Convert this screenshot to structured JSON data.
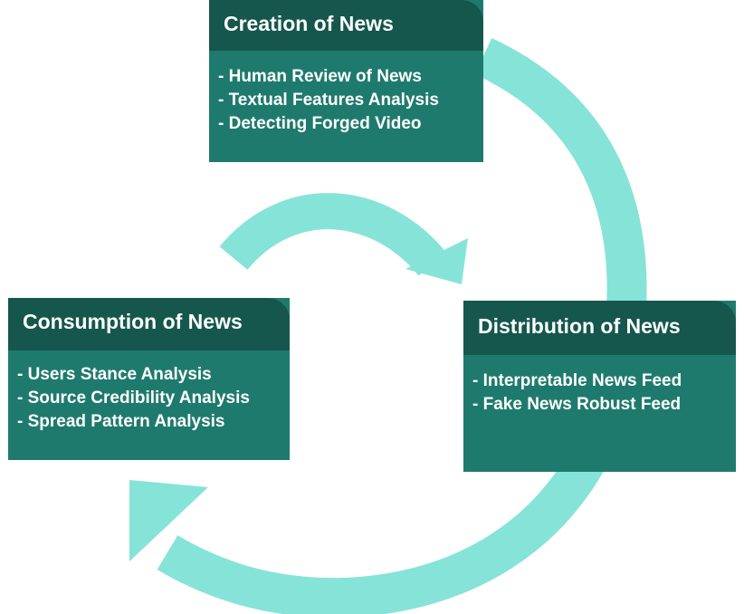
{
  "colors": {
    "arrow": "#86e3d8",
    "card_body": "#1f7a6e",
    "card_header": "#15574d",
    "text": "#ffffff"
  },
  "stages": [
    {
      "title": "Creation of News",
      "items": [
        "- Human Review of News",
        "- Textual Features Analysis",
        "- Detecting Forged Video"
      ]
    },
    {
      "title": "Distribution of News",
      "items": [
        "- Interpretable News Feed",
        "- Fake News Robust Feed"
      ]
    },
    {
      "title": "Consumption of News",
      "items": [
        "- Users Stance Analysis",
        "- Source Credibility Analysis",
        "- Spread Pattern Analysis"
      ]
    }
  ]
}
